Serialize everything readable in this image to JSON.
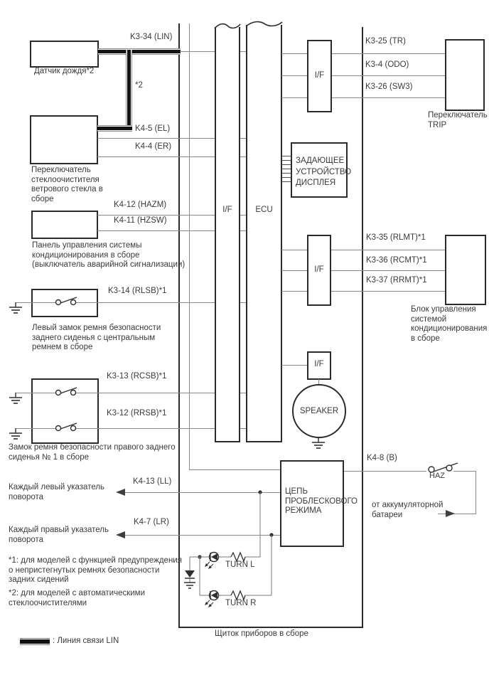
{
  "labels": {
    "rain_sensor": "Датчик дождя*2",
    "wiper_switch": "Переключатель\nстеклоочистителя\nветрового стекла в\nсборе",
    "ac_panel": "Панель управления системы\nкондиционирования в сборе\n(выключатель аварийной сигнализации)",
    "left_belt": "Левый замок ремня безопасности\nзаднего сиденья с центральным\nремнем в сборе",
    "right_belt": "Замок ремня безопасности правого заднего\nсиденья № 1 в сборе",
    "turn_left_indicator": "Каждый левый указатель\nповорота",
    "turn_right_indicator": "Каждый правый указатель\nповорота",
    "note1": "*1: для моделей с функцией предупреждения\nо непристегнутых ремнях безопасности\nзадних сидений",
    "note2": "*2: для моделей с автоматическими\nстеклоочистителями",
    "legend_lin": ": Линия связи LIN",
    "panel": "Щиток приборов в сборе",
    "trip_switch": "Переключатель\nTRIP",
    "display_master": "ЗАДАЮЩЕЕ\nУСТРОЙСТВО\nДИСПЛЕЯ",
    "ac_control": "Блок управления\nсистемой\nкондиционирования\nв сборе",
    "flasher": "ЦЕПЬ\nПРОБЛЕСКОВОГО\nРЕЖИМА",
    "battery": "от аккумуляторной\nбатареи",
    "speaker": "SPEAKER",
    "ecu": "ECU",
    "if": "I/F",
    "haz": "HAZ",
    "turn_l": "TURN L",
    "turn_r": "TURN R"
  },
  "pins": {
    "lin": "K3-34 (LIN)",
    "star2": "*2",
    "el": "K4-5 (EL)",
    "er": "K4-4 (ER)",
    "hazm": "K4-12 (HAZM)",
    "hzsw": "K4-11 (HZSW)",
    "rlsb": "K3-14 (RLSB)*1",
    "rcsb": "K3-13 (RCSB)*1",
    "rrsb": "K3-12 (RRSB)*1",
    "ll": "K4-13 (LL)",
    "lr": "K4-7 (LR)",
    "tr": "K3-25 (TR)",
    "odo": "K3-4 (ODO)",
    "sw3": "K3-26 (SW3)",
    "rlmt": "K3-35 (RLMT)*1",
    "rcmt": "K3-36 (RCMT)*1",
    "rrmt": "K3-37 (RRMT)*1",
    "b": "K4-8 (B)"
  },
  "colors": {
    "wire": "#8a8a8a",
    "line": "#2b2b2b",
    "text": "#3a3a3a",
    "lin_thick": "#141414"
  }
}
